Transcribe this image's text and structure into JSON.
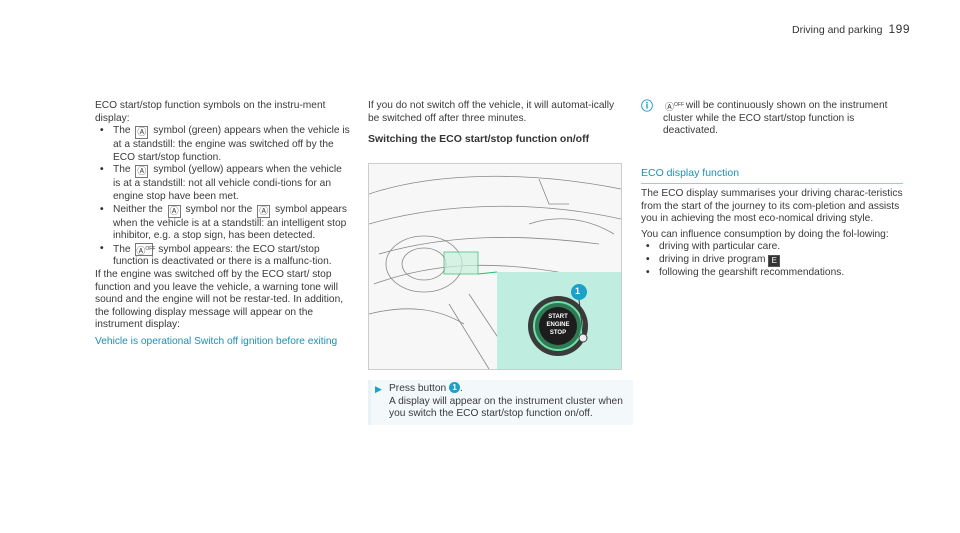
{
  "header": {
    "section": "Driving and parking",
    "page": "199"
  },
  "col1": {
    "intro": "ECO start/stop function symbols on the instru-ment display:",
    "b1_pre": "The",
    "b1_sym": "A",
    "b1_post": "symbol (green) appears when the vehicle is at a standstill: the engine was switched off by the ECO start/stop function.",
    "b2_pre": "The",
    "b2_sym": "A",
    "b2_post": "symbol (yellow) appears when the vehicle is at a standstill: not all vehicle condi-tions for an engine stop have been met.",
    "b3_pre": "Neither the",
    "b3_sym1": "A",
    "b3_mid": "symbol nor the",
    "b3_sym2": "A",
    "b3_post": "symbol appears when the vehicle is at a standstill: an intelligent stop inhibitor, e.g. a stop sign, has been detected.",
    "b4_pre": "The",
    "b4_sym": "A OFF",
    "b4_post": "symbol appears: the ECO start/stop function is deactivated or there is a malfunc-tion.",
    "para": "If the engine was switched off by the ECO start/ stop function and you leave the vehicle, a warning tone will sound and the engine will not be restar-ted. In addition, the following display message will appear on the instrument display:",
    "message": "Vehicle is operational Switch off ignition before exiting"
  },
  "col2": {
    "para": "If you do not switch off the vehicle, it will automat-ically be switched off after three minutes.",
    "subhead": "Switching the ECO start/stop function on/off",
    "figure": {
      "callout": "1",
      "btn_line1": "START",
      "btn_line2": "ENGINE",
      "btn_line3": "STOP"
    },
    "step_pre": "Press button",
    "step_num": "1",
    "step_post": ".",
    "step_text": "A display will appear on the instrument cluster when you switch the ECO start/stop function on/off."
  },
  "col3": {
    "note_icon": "i",
    "note_sym": "A OFF",
    "note_text": "will be continuously shown on the instrument cluster while the ECO start/stop function is deactivated.",
    "section_title": "ECO display function",
    "para1": "The ECO display summarises your driving charac-teristics from the start of the journey to its com-pletion and assists you in achieving the most eco-nomical driving style.",
    "para2": "You can influence consumption by doing the fol-lowing:",
    "b1": "driving with particular care.",
    "b2_pre": "driving in drive program",
    "b2_sym": "E",
    "b3": "following the gearshift recommendations."
  }
}
